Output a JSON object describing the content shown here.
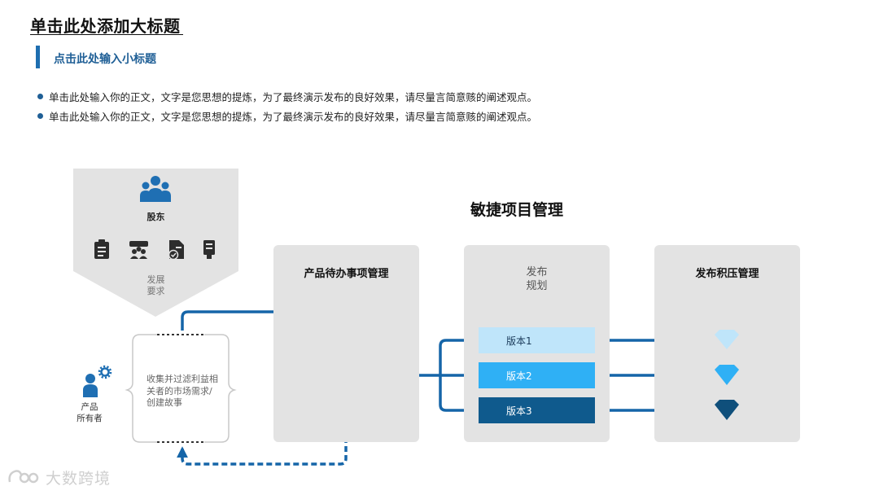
{
  "header": {
    "title": "单击此处添加大标题",
    "subtitle": "点击此处输入小标题"
  },
  "bullets": [
    "单击此处输入你的正文，文字是您思想的提炼，为了最终演示发布的良好效果，请尽量言简意赅的阐述观点。",
    "单击此处输入你的正文，文字是您思想的提炼，为了最终演示发布的良好效果，请尽量言简意赅的阐述观点。"
  ],
  "diagram": {
    "title": "敏捷项目管理",
    "stakeholders": {
      "label": "股东",
      "requirement_line1": "发展",
      "requirement_line2": "要求",
      "icons": [
        "clipboard-icon",
        "team-icon",
        "document-check-icon",
        "server-icon"
      ]
    },
    "product_owner": {
      "line1": "产品",
      "line2": "所有者"
    },
    "collect_text": "收集并过滤利益相关者的市场需求/创建故事",
    "panels": {
      "product_backlog": "产品待办事项管理",
      "release_plan_line1": "发布",
      "release_plan_line2": "规划",
      "release_backlog": "发布积压管理"
    },
    "versions": [
      "版本1",
      "版本2",
      "版本3"
    ]
  },
  "colors": {
    "accent_blue": "#1e6eb0",
    "dark_blue": "#0f5a8d",
    "mid_blue": "#2fb0f5",
    "light_blue": "#bfe5fa",
    "panel_gray": "#e3e3e3"
  },
  "watermark": "大数跨境"
}
